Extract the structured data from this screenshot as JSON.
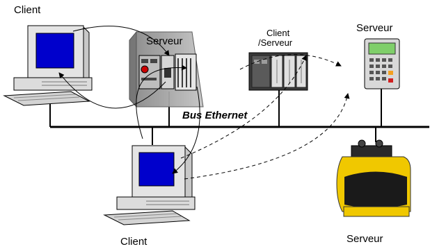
{
  "labels": {
    "client_top_left": "Client",
    "serveur_center": "Serveur",
    "client_serveur_line1": "Client",
    "client_serveur_line2": "/Serveur",
    "serveur_right": "Serveur",
    "bus": "Bus Ethernet",
    "client_bottom": "Client",
    "serveur_bottom": "Serveur"
  },
  "colors": {
    "screen_blue": "#0000cc",
    "computer_body": "#d9d9d9",
    "bus_line": "#000000",
    "sensor_yellow": "#f0c800",
    "server_panel_grey": "#a9a9a9",
    "plc_lcd_green": "#7fcf6a"
  }
}
